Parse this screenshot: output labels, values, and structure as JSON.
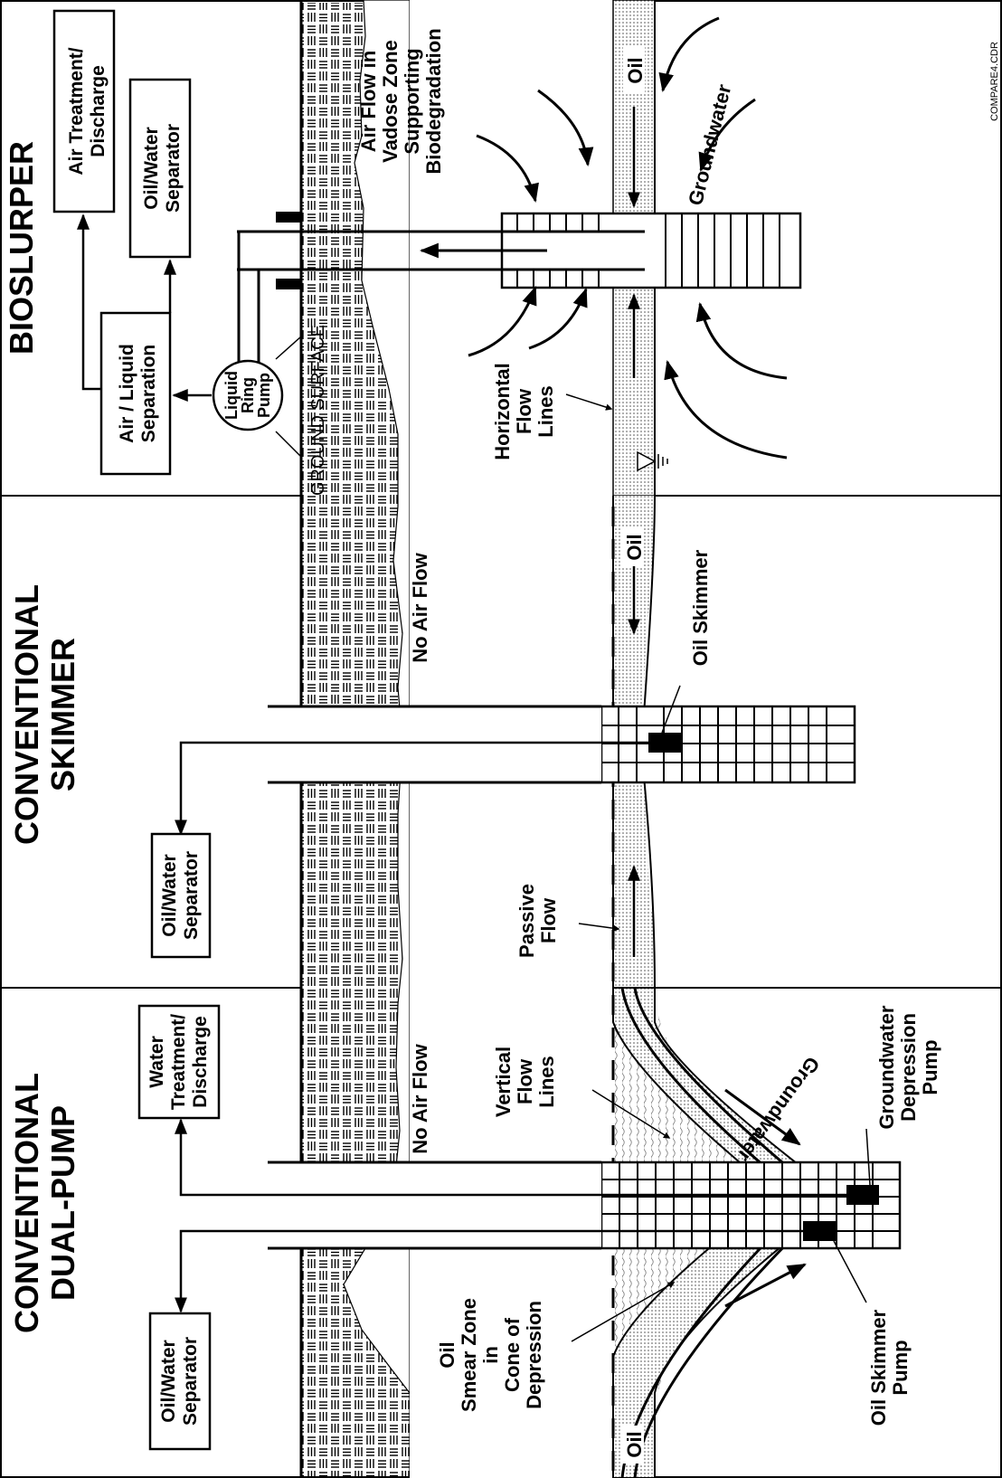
{
  "panels": {
    "bioslurper": {
      "title": "BIOSLURPER",
      "boxes": {
        "air_treatment": [
          "Air Treatment/",
          "Discharge"
        ],
        "oil_water_separator": [
          "Oil/Water",
          "Separator"
        ],
        "air_liquid_separation": [
          "Air / Liquid",
          "Separation"
        ]
      },
      "pump": [
        "Liquid",
        "Ring",
        "Pump"
      ],
      "ground_surface": "GROUND SURFACE",
      "air_flow": [
        "Air Flow in",
        "Vadose Zone",
        "Supporting",
        "Biodegradation"
      ],
      "horizontal_flow": [
        "Horizontal",
        "Flow",
        "Lines"
      ],
      "oil": "Oil",
      "groundwater": "Groundwater"
    },
    "skimmer": {
      "title": [
        "CONVENTIONAL",
        "SKIMMER"
      ],
      "separator": [
        "Oil/Water",
        "Separator"
      ],
      "no_air_flow": "No Air Flow",
      "oil": "Oil",
      "oil_skimmer": "Oil Skimmer",
      "passive_flow": [
        "Passive",
        "Flow"
      ]
    },
    "dual_pump": {
      "title": [
        "CONVENTIONAL",
        "DUAL-PUMP"
      ],
      "water_treatment": [
        "Water",
        "Treatment/",
        "Discharge"
      ],
      "separator": [
        "Oil/Water",
        "Separator"
      ],
      "no_air_flow": "No Air Flow",
      "vertical_flow": [
        "Vertical",
        "Flow",
        "Lines"
      ],
      "groundwater": "Groundwater",
      "gw_depression_pump": [
        "Groundwater",
        "Depression",
        "Pump"
      ],
      "smear_zone": [
        "Oil",
        "Smear Zone",
        "in",
        "Cone of",
        "Depression"
      ],
      "oil": "Oil",
      "skimmer_pump": [
        "Oil Skimmer",
        "Pump"
      ]
    }
  },
  "file_code": "COMPARE4.CDR"
}
